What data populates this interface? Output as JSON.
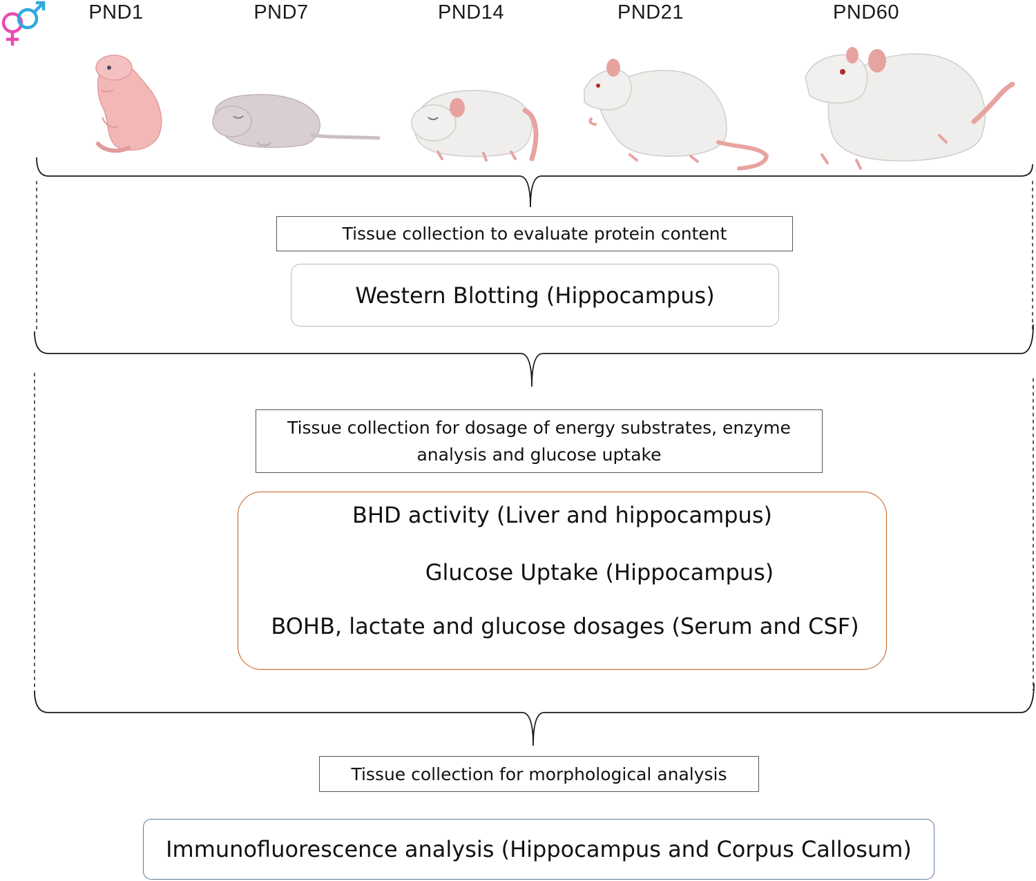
{
  "icons": {
    "sex": "male-female-symbol-icon"
  },
  "colors": {
    "female": "#ea4bb0",
    "male": "#2fa9dd",
    "pup_pink": "#f2b8b8",
    "rat_white": "#efeeec",
    "rat_pink": "#e7a3a0",
    "bracket": "#1a1a1a",
    "orange_border": "#c55a11",
    "blue_border": "#5b7a9c"
  },
  "ages": [
    "PND1",
    "PND7",
    "PND14",
    "PND21",
    "PND60"
  ],
  "stage1": {
    "step_label": "Tissue collection to evaluate protein content",
    "method": "Western Blotting (Hippocampus)"
  },
  "stage2": {
    "step_label_line1": "Tissue collection for dosage of energy substrates, enzyme",
    "step_label_line2": "analysis and glucose uptake",
    "methods": [
      "BHD activity (Liver and hippocampus)",
      "Glucose Uptake (Hippocampus)",
      "BOHB, lactate and glucose dosages (Serum and CSF)"
    ]
  },
  "stage3": {
    "step_label": "Tissue collection for morphological analysis",
    "method": "Immunofluorescence analysis (Hippocampus and Corpus Callosum)"
  }
}
